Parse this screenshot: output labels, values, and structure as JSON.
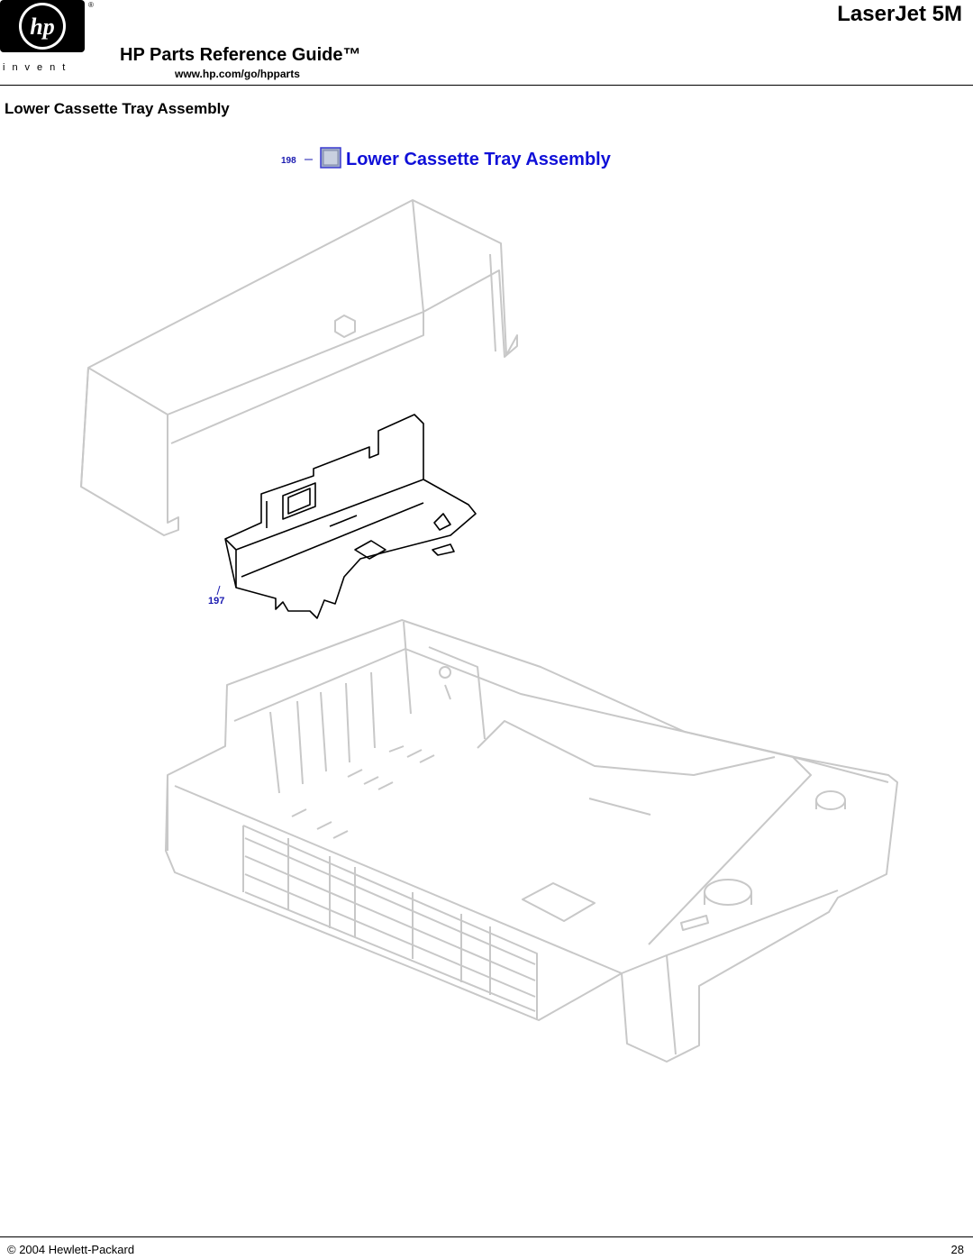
{
  "header": {
    "logo_tagline": "invent",
    "product_name": "LaserJet 5M",
    "guide_title": "HP Parts Reference Guide™",
    "guide_url": "www.hp.com/go/hpparts"
  },
  "section_title": "Lower Cassette Tray Assembly",
  "diagram": {
    "banner_label": "Lower Cassette Tray Assembly",
    "callouts": [
      {
        "number": "198"
      },
      {
        "number": "197"
      }
    ]
  },
  "footer": {
    "copyright": "© 2004 Hewlett-Packard",
    "page_number": "28"
  }
}
